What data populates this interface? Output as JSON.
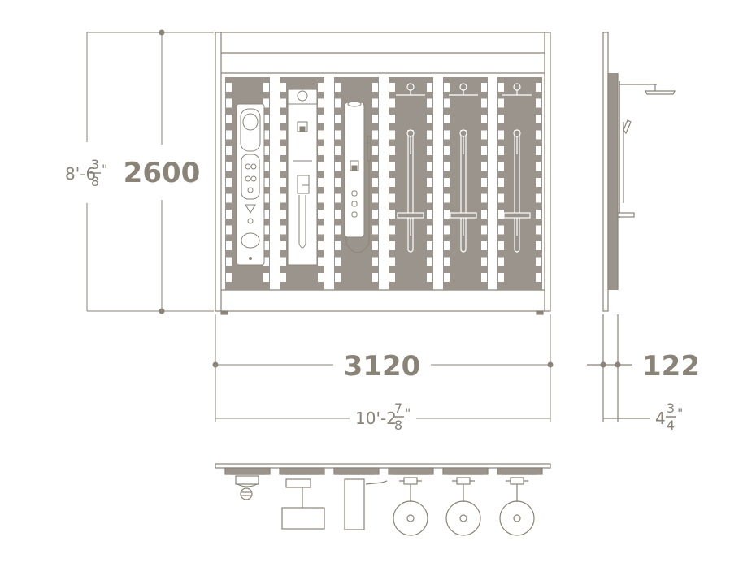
{
  "drawing": {
    "colors": {
      "line": "#8a8378",
      "panel": "#9a948c",
      "frame": "#ffffff",
      "slot": "#ffffff"
    },
    "dimensions": {
      "height": {
        "metric": "2600",
        "imperial_whole": "8'-6",
        "imperial_num": "3",
        "imperial_den": "8",
        "inch_mark": "\""
      },
      "width": {
        "metric": "3120",
        "imperial_whole": "10'-2",
        "imperial_num": "7",
        "imperial_den": "8",
        "inch_mark": "\""
      },
      "depth": {
        "metric": "122",
        "imperial_whole": "4",
        "imperial_num": "3",
        "imperial_den": "4",
        "inch_mark": "\""
      }
    },
    "views": [
      "front-elevation",
      "side-elevation",
      "top-plan"
    ],
    "bays": 6
  }
}
